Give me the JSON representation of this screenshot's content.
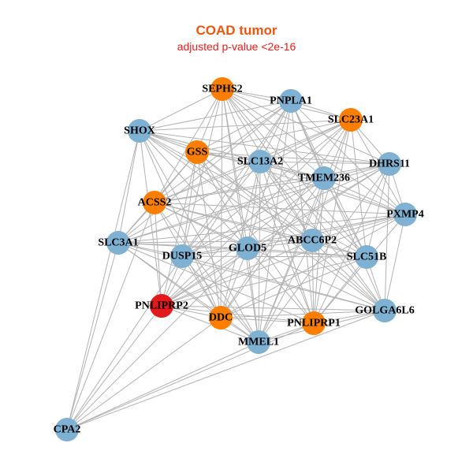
{
  "title": "COAD tumor",
  "subtitle": "adjusted p-value <2e-16",
  "colors": {
    "title": "#f0550f",
    "subtitle": "#ee1c1c",
    "edge": "#b3b3b3",
    "node_types": {
      "blue": "#7fb1d3",
      "orange": "#fe7f00",
      "red": "#e31a1c"
    }
  },
  "nodes": [
    {
      "id": "SEPHS2",
      "type": "orange"
    },
    {
      "id": "PNPLA1",
      "type": "blue"
    },
    {
      "id": "SLC23A1",
      "type": "orange"
    },
    {
      "id": "SHOX",
      "type": "blue"
    },
    {
      "id": "GSS",
      "type": "orange"
    },
    {
      "id": "SLC13A2",
      "type": "blue"
    },
    {
      "id": "DHRS11",
      "type": "blue"
    },
    {
      "id": "TMEM236",
      "type": "blue"
    },
    {
      "id": "ACSS2",
      "type": "orange"
    },
    {
      "id": "PXMP4",
      "type": "blue"
    },
    {
      "id": "SLC3A1",
      "type": "blue"
    },
    {
      "id": "ABCC6P2",
      "type": "blue"
    },
    {
      "id": "GLOD5",
      "type": "blue"
    },
    {
      "id": "DUSP15",
      "type": "blue"
    },
    {
      "id": "SLC51B",
      "type": "blue"
    },
    {
      "id": "PNLIPRP2",
      "type": "red"
    },
    {
      "id": "DDC",
      "type": "orange"
    },
    {
      "id": "GOLGA6L6",
      "type": "blue"
    },
    {
      "id": "PNLIPRP1",
      "type": "orange"
    },
    {
      "id": "MMEL1",
      "type": "blue"
    },
    {
      "id": "CPA2",
      "type": "blue"
    }
  ],
  "cpa2_neighbors": [
    "SHOX",
    "SLC3A1",
    "ACSS2",
    "DUSP15",
    "PNLIPRP2",
    "DDC",
    "MMEL1",
    "PNLIPRP1",
    "GOLGA6L6",
    "GLOD5"
  ]
}
